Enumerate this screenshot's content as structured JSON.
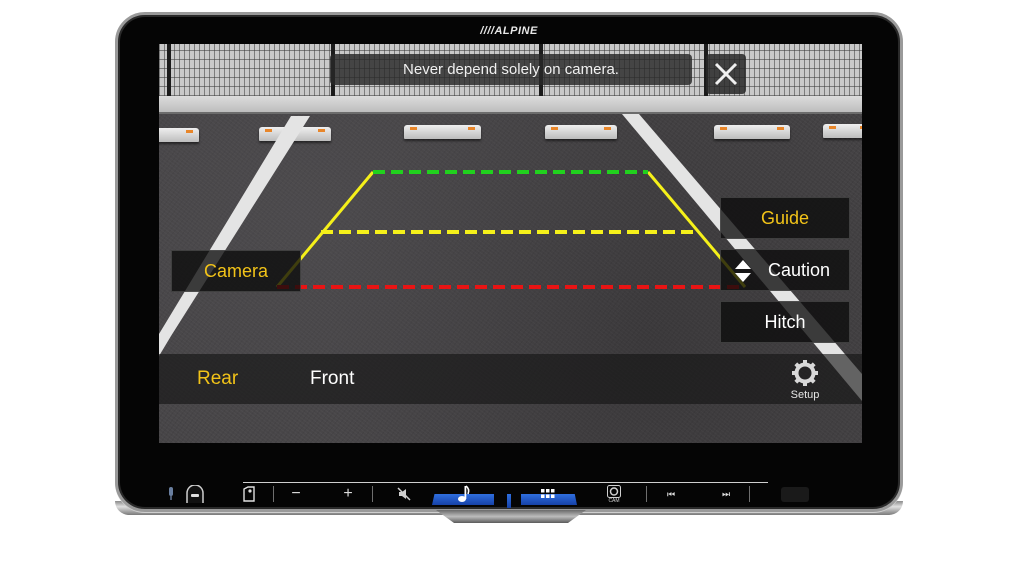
{
  "device": {
    "brand": "////ALPINE"
  },
  "camera_view": {
    "warning_text": "Never depend solely on camera.",
    "close_icon": "close-x-icon",
    "guidelines": {
      "far_color": "#21d11e",
      "mid_color": "#f5f01a",
      "near_color": "#e81414",
      "side_color": "#f5f01a"
    }
  },
  "left_panel": {
    "camera_label": "Camera"
  },
  "right_panel": {
    "guide_label": "Guide",
    "caution_label": "Caution",
    "caution_icon": "up-down-arrows-icon",
    "hitch_label": "Hitch"
  },
  "bottom_bar": {
    "tabs": [
      {
        "label": "Rear",
        "active": true
      },
      {
        "label": "Front",
        "active": false
      }
    ],
    "setup_label": "Setup",
    "setup_icon": "gear-icon"
  },
  "hardware_keys": {
    "mic_icon": "microphone-icon",
    "home_icon": "home-button-icon",
    "nav_icon": "map-pin-icon",
    "vol_down": "−",
    "vol_up": "+",
    "mute_icon": "mute-icon",
    "audio_icon": "music-note-icon",
    "apps_icon": "grid-icon",
    "cam_label": "CAM",
    "prev_icon": "⏮",
    "next_icon": "⏭"
  },
  "colors": {
    "accent_yellow": "#f2c318",
    "hw_blue": "#2f6fe0"
  }
}
